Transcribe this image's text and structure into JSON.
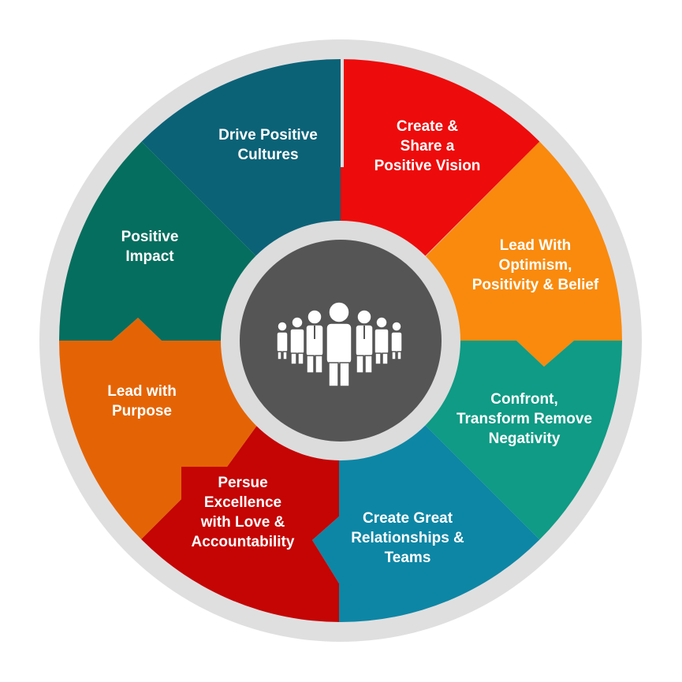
{
  "diagram": {
    "type": "circular-wheel",
    "outer_ring_color": "#e0dfe0",
    "hub": {
      "color": "#555555",
      "ring_color": "#dcdcdc",
      "icon": "people-group-icon"
    },
    "segments": [
      {
        "id": "drive-positive-cultures",
        "lines": [
          "Drive Positive",
          "Cultures"
        ],
        "color": "#0b6277"
      },
      {
        "id": "create-share-vision",
        "lines": [
          "Create &",
          "Share a",
          "Positive Vision"
        ],
        "color": "#ee0b0b"
      },
      {
        "id": "lead-with-optimism",
        "lines": [
          "Lead With",
          "Optimism,",
          "Positivity & Belief"
        ],
        "color": "#f98a0d"
      },
      {
        "id": "confront-transform",
        "lines": [
          "Confront,",
          "Transform Remove",
          "Negativity"
        ],
        "color": "#0f9b85"
      },
      {
        "id": "create-great-relationships",
        "lines": [
          "Create Great",
          "Relationships &",
          "Teams"
        ],
        "color": "#0d86a5"
      },
      {
        "id": "persue-excellence",
        "lines": [
          "Persue",
          "Excellence",
          "with Love &",
          "Accountability"
        ],
        "color": "#c50404"
      },
      {
        "id": "lead-with-purpose",
        "lines": [
          "Lead with",
          "Purpose"
        ],
        "color": "#e46405"
      },
      {
        "id": "positive-impact",
        "lines": [
          "Positive",
          "Impact"
        ],
        "color": "#066e5e"
      }
    ]
  }
}
